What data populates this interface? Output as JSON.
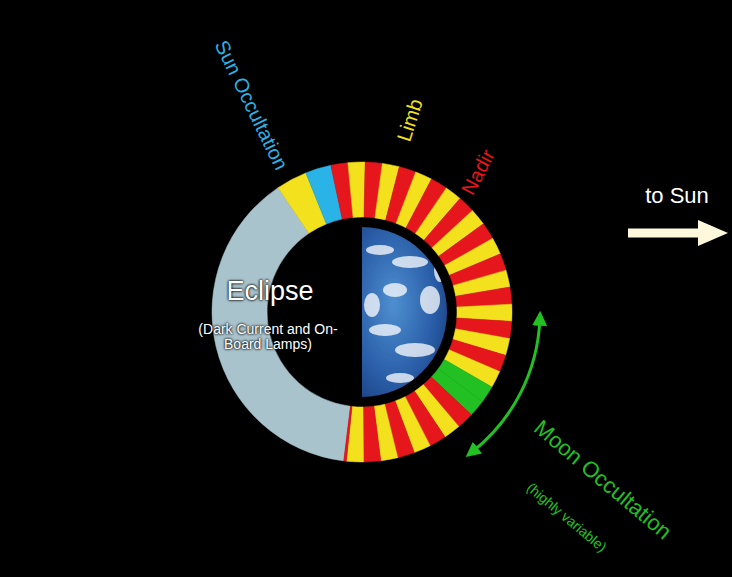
{
  "diagram": {
    "labels": [
      "Sun Occultation",
      "Limb",
      "Nadir",
      "to Sun",
      "Eclipse",
      "(Dark Current and On-Board Lamps)",
      "Moon Occultation",
      "(highly variable)"
    ]
  }
}
